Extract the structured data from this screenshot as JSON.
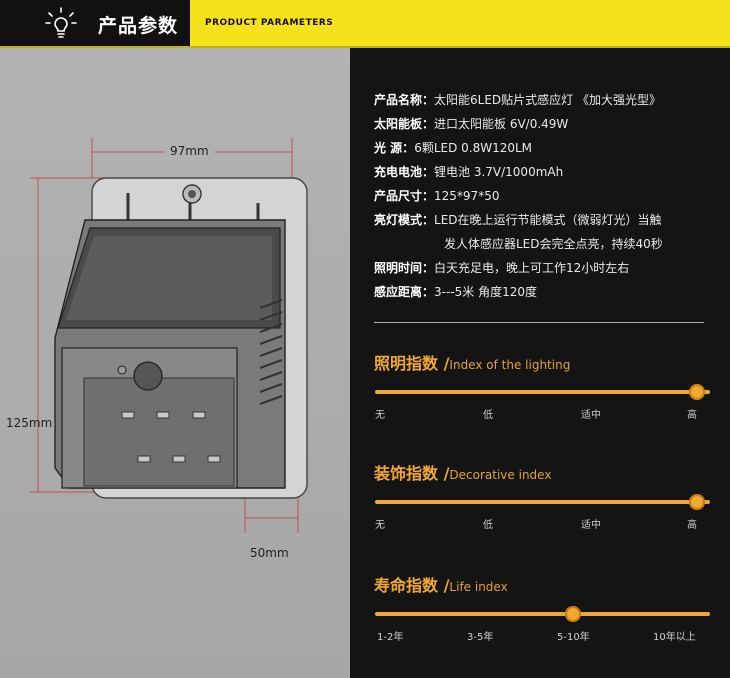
{
  "header": {
    "title": "产品参数",
    "subtitle": "PRODUCT PARAMETERS",
    "icon": "lightbulb-icon"
  },
  "dimensions": {
    "width_label": "97mm",
    "height_label": "125mm",
    "depth_label": "50mm"
  },
  "specs": [
    {
      "key": "产品名称：",
      "value": "太阳能6LED贴片式感应灯  《加大强光型》"
    },
    {
      "key": "太阳能板：",
      "value": "进口太阳能板 6V/0.49W"
    },
    {
      "key": "光      源：",
      "value": "6颗LED 0.8W120LM"
    },
    {
      "key": "充电电池：",
      "value": "锂电池 3.7V/1000mAh"
    },
    {
      "key": "产品尺寸：",
      "value": "125*97*50"
    },
    {
      "key": "亮灯模式：",
      "value": "LED在晚上运行节能模式（微弱灯光）当触"
    },
    {
      "key": "",
      "value": "发人体感应器LED会完全点亮，持续40秒"
    },
    {
      "key": "照明时间：",
      "value": "白天充足电，晚上可工作12小时左右"
    },
    {
      "key": "感应距离：",
      "value": "3---5米  角度120度"
    }
  ],
  "indices": [
    {
      "title": "照明指数",
      "sep": " /",
      "en": "Index of the lighting",
      "level_percent": 96,
      "ticks": [
        "无",
        "低",
        "适中",
        "高"
      ]
    },
    {
      "title": "装饰指数",
      "sep": " /",
      "en": "Decorative index",
      "level_percent": 96,
      "ticks": [
        "无",
        "低",
        "适中",
        "高"
      ]
    },
    {
      "title": "寿命指数",
      "sep": " /",
      "en": "Life index",
      "level_percent": 59,
      "ticks": [
        "1-2年",
        "3-5年",
        "5-10年",
        "10年以上"
      ]
    }
  ],
  "colors": {
    "accent": "#f0a830",
    "header_yellow": "#f6e21a",
    "dark_panel": "#141414"
  }
}
